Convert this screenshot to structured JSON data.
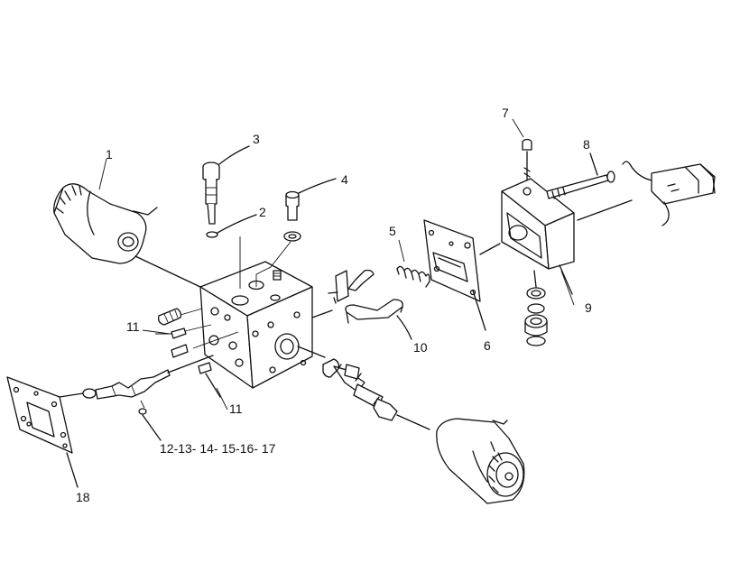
{
  "callouts": [
    {
      "id": "c1",
      "text": "1"
    },
    {
      "id": "c2",
      "text": "2"
    },
    {
      "id": "c3",
      "text": "3"
    },
    {
      "id": "c4",
      "text": "4"
    },
    {
      "id": "c5",
      "text": "5"
    },
    {
      "id": "c6",
      "text": "6"
    },
    {
      "id": "c7",
      "text": "7"
    },
    {
      "id": "c8",
      "text": "8"
    },
    {
      "id": "c9",
      "text": "9"
    },
    {
      "id": "c10",
      "text": "10"
    },
    {
      "id": "c11a",
      "text": "11"
    },
    {
      "id": "c11b",
      "text": "11"
    },
    {
      "id": "c12",
      "text": "12-13- 14- 15-16- 17"
    },
    {
      "id": "c18",
      "text": "18"
    }
  ],
  "colors": {
    "ink": "#111111",
    "paper": "#ffffff"
  }
}
